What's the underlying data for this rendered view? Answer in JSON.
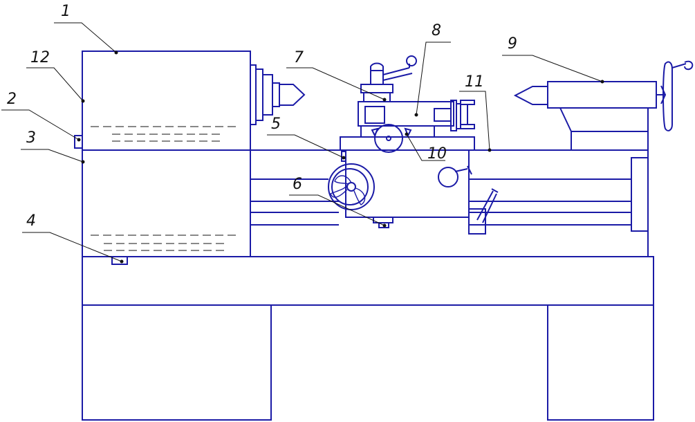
{
  "callouts": [
    {
      "id": "1",
      "label": "1"
    },
    {
      "id": "2",
      "label": "2"
    },
    {
      "id": "3",
      "label": "3"
    },
    {
      "id": "4",
      "label": "4"
    },
    {
      "id": "5",
      "label": "5"
    },
    {
      "id": "6",
      "label": "6"
    },
    {
      "id": "7",
      "label": "7"
    },
    {
      "id": "8",
      "label": "8"
    },
    {
      "id": "9",
      "label": "9"
    },
    {
      "id": "10",
      "label": "10"
    },
    {
      "id": "11",
      "label": "11"
    },
    {
      "id": "12",
      "label": "12"
    }
  ],
  "colors": {
    "outline": "#1a1aa6",
    "leader": "#111111",
    "background": "#ffffff"
  }
}
